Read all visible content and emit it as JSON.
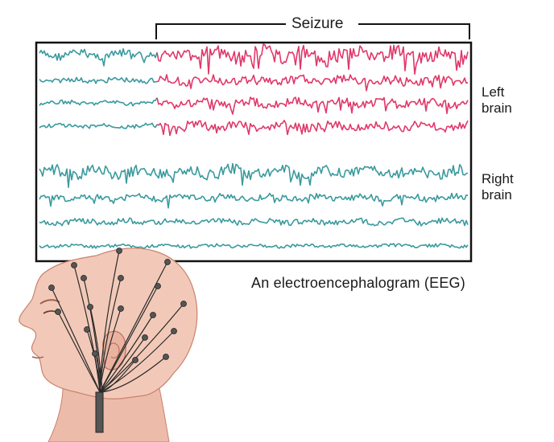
{
  "labels": {
    "seizure": "Seizure",
    "left_brain_line1": "Left",
    "left_brain_line2": "brain",
    "right_brain_line1": "Right",
    "right_brain_line2": "brain",
    "caption": "An electroencephalogram (EEG)"
  },
  "colors": {
    "normal_trace": "#3a9a9e",
    "seizure_trace": "#e0386a",
    "frame": "#111111",
    "skin": "#f2c9b8",
    "skin_shadow": "#d99a86",
    "electrode": "#555555",
    "wire": "#2a2a2a"
  },
  "eeg": {
    "channels": 8,
    "left_brain_channels": 4,
    "right_brain_channels": 4
  }
}
